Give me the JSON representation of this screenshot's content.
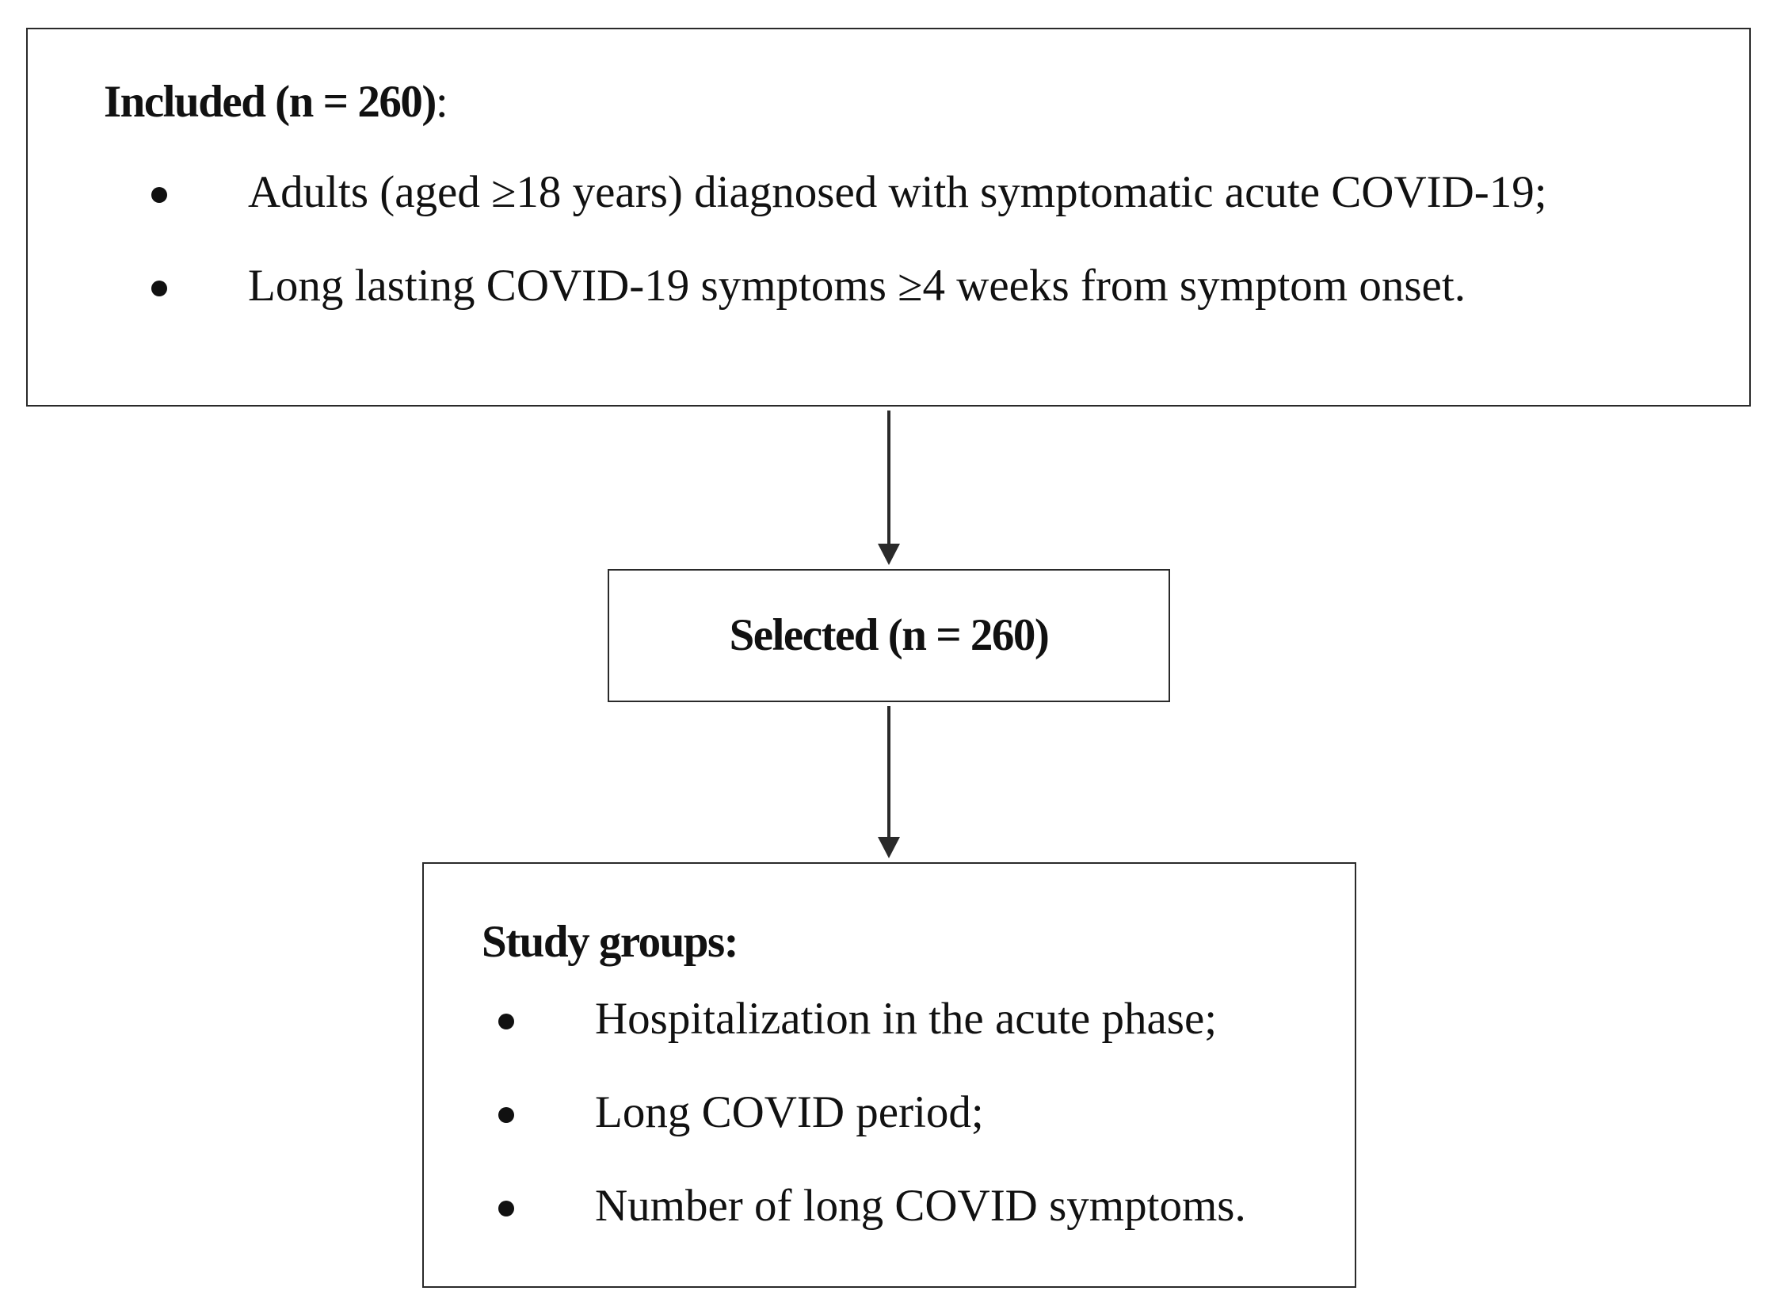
{
  "included": {
    "heading": "Included (n = 260)",
    "heading_suffix": ":",
    "items": [
      "Adults (aged ≥18 years) diagnosed with symptomatic acute COVID-19;",
      "Long lasting COVID-19 symptoms ≥4 weeks from symptom onset."
    ]
  },
  "selected": {
    "label": "Selected (n = 260)"
  },
  "study_groups": {
    "heading": "Study groups:",
    "items": [
      "Hospitalization in the acute phase;",
      "Long COVID period;",
      "Number of long COVID symptoms."
    ]
  },
  "colors": {
    "border": "#2a2a2a",
    "text": "#111111",
    "background": "#ffffff"
  }
}
